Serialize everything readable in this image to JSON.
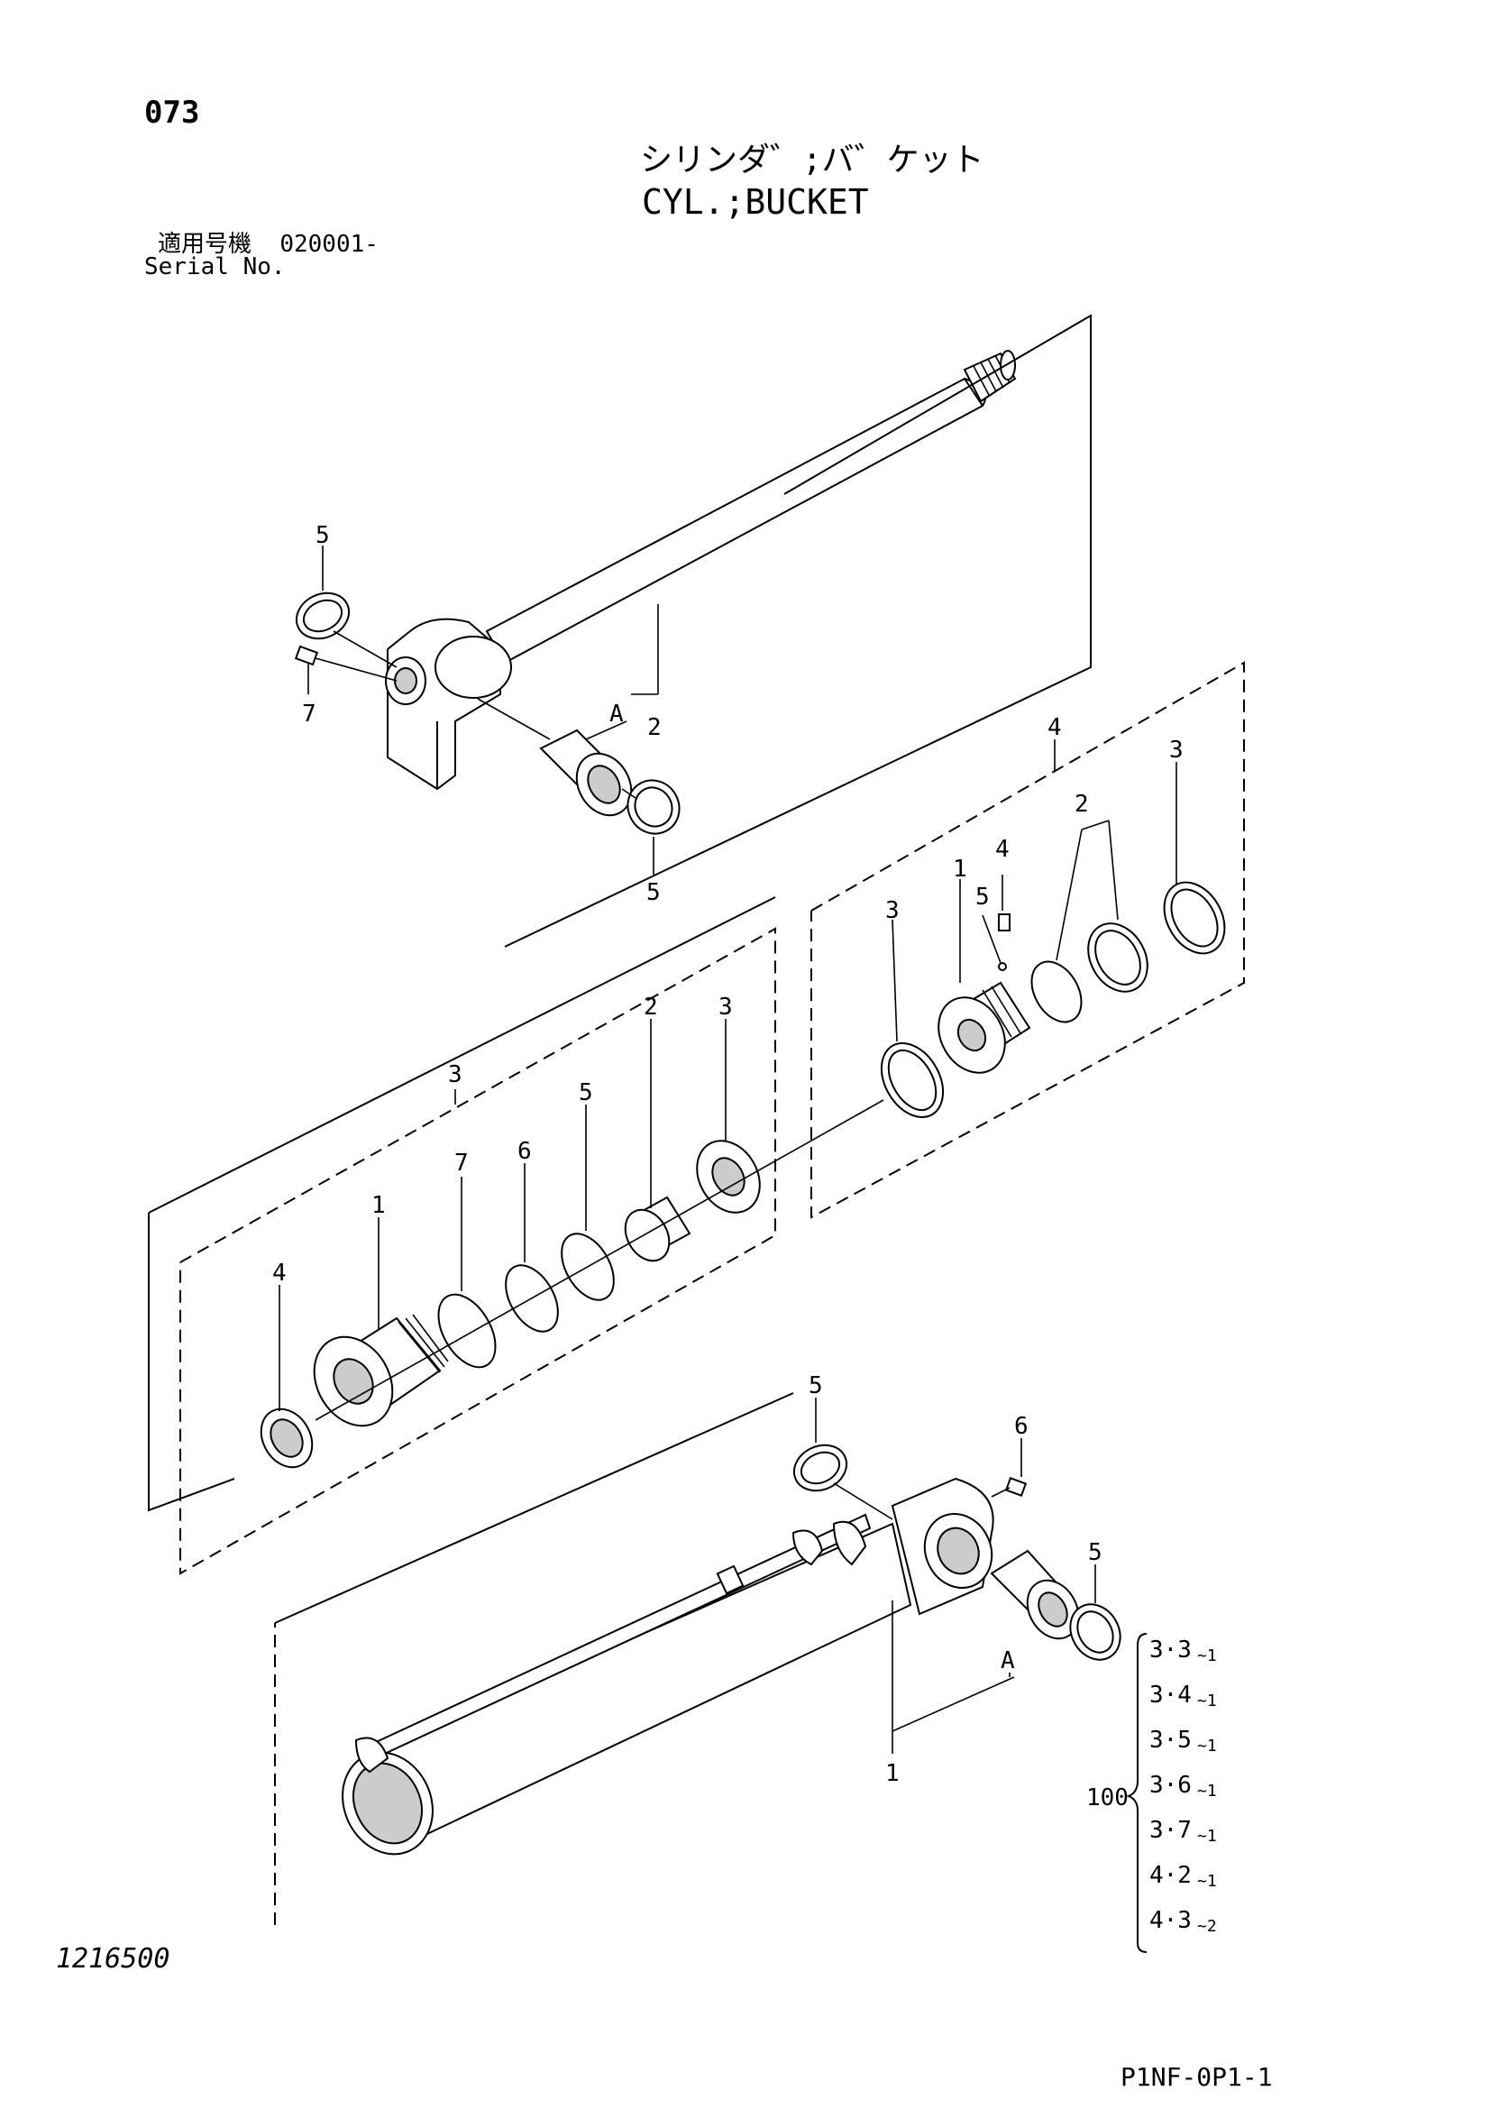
{
  "header": {
    "page_number": "073",
    "title_jp": "シリンダ゛;バ゛ケット",
    "title_en": "CYL.;BUCKET",
    "serial_label_jp": "適用号機",
    "serial_value": "020001-",
    "serial_label_en": "Serial No."
  },
  "callouts": {
    "rod_a": "5",
    "rod_b": "7",
    "rod_c": "2",
    "rod_d": "A",
    "rod_e": "5",
    "kit_4": "4",
    "kit4_3a": "3",
    "kit4_2": "2",
    "kit4_4": "4",
    "kit4_5": "5",
    "kit4_1": "1",
    "kit4_3b": "3",
    "kit_3": "3",
    "kit3_3": "3",
    "kit3_2": "2",
    "kit3_5": "5",
    "kit3_6": "6",
    "kit3_7": "7",
    "kit3_1": "1",
    "kit3_4": "4",
    "tube_5a": "5",
    "tube_6": "6",
    "tube_5b": "5",
    "tube_a": "A",
    "tube_1": "1"
  },
  "kit_table": {
    "prefix": "100",
    "rows": [
      {
        "main": "3·3",
        "sub": "~1"
      },
      {
        "main": "3·4",
        "sub": "~1"
      },
      {
        "main": "3·5",
        "sub": "~1"
      },
      {
        "main": "3·6",
        "sub": "~1"
      },
      {
        "main": "3·7",
        "sub": "~1"
      },
      {
        "main": "4·2",
        "sub": "~1"
      },
      {
        "main": "4·3",
        "sub": "~2"
      }
    ]
  },
  "footer": {
    "document_number": "1216500",
    "sheet_code": "P1NF-0P1-1"
  }
}
